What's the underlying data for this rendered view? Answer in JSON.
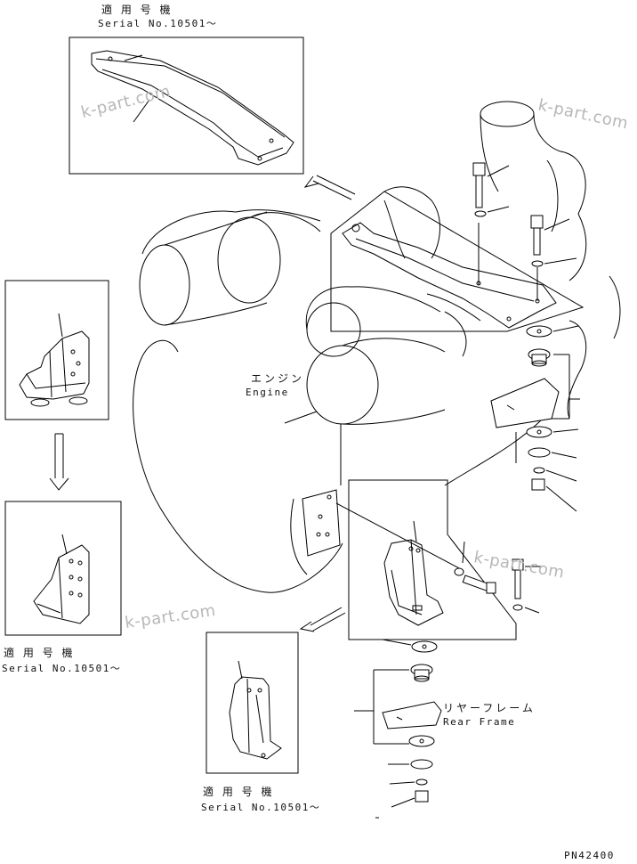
{
  "labels": {
    "top_serial_jp": "適 用 号 機",
    "top_serial_en": "Serial No.10501～",
    "left_serial_jp": "適 用 号 機",
    "left_serial_en": "Serial No.10501～",
    "bottom_serial_jp": "適 用 号 機",
    "bottom_serial_en": "Serial No.10501～",
    "engine_jp": "エンジン",
    "engine_en": "Engine",
    "rear_frame_jp": "リヤーフレーム",
    "rear_frame_en": "Rear Frame",
    "drawing_no": "PN42400"
  },
  "watermarks": {
    "wm1": "k-part.com",
    "wm2": "k-part.com",
    "wm3": "k-part.com",
    "wm4": "k-part.com"
  }
}
